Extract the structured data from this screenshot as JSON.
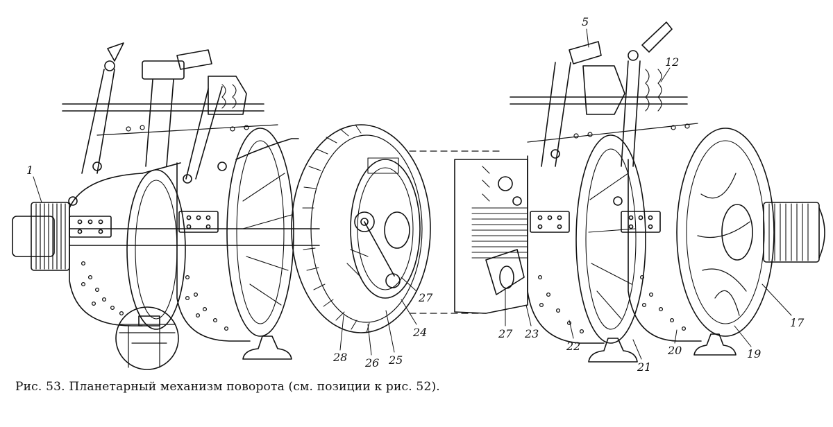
{
  "caption": "Рис. 53. Планетарный механизм поворота (см. позиции к рис. 52).",
  "callouts": {
    "c1": "1",
    "c5": "5",
    "c12": "12",
    "c17": "17",
    "c19": "19",
    "c20": "20",
    "c21": "21",
    "c22": "22",
    "c23": "23",
    "c24": "24",
    "c25": "25",
    "c26": "26",
    "c27a": "27",
    "c27b": "27",
    "c28": "28"
  },
  "colors": {
    "ink": "#111111",
    "paper": "#ffffff"
  }
}
